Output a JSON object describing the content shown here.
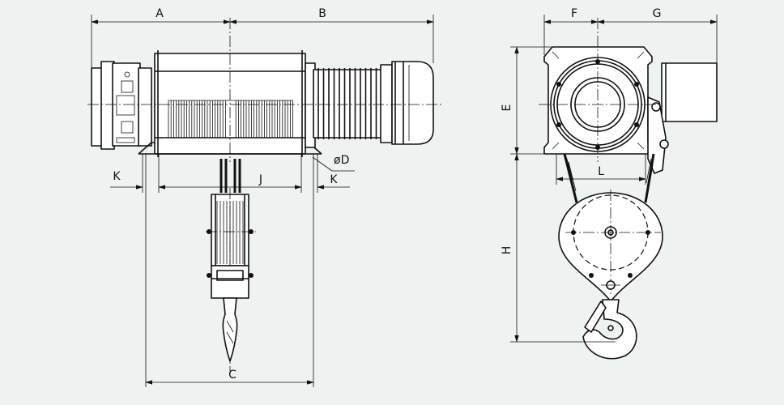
{
  "diagram": {
    "labels": {
      "A": "A",
      "B": "B",
      "C": "C",
      "D": "øD",
      "E": "E",
      "F": "F",
      "G": "G",
      "H": "H",
      "J": "J",
      "K_left": "K",
      "K_right": "K",
      "L": "L"
    },
    "colors": {
      "background": "#eef2f1",
      "ink": "#111111",
      "fill": "#ffffff"
    }
  }
}
